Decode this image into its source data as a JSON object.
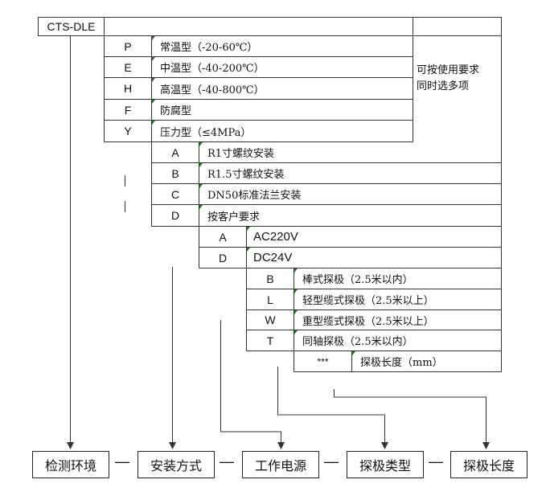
{
  "model_code": "CTS-DLE",
  "temperature_options": [
    {
      "code": "P",
      "label": "常温型（-20-60℃）"
    },
    {
      "code": "E",
      "label": "中温型（-40-200℃）"
    },
    {
      "code": "H",
      "label": "高温型（-40-800℃）"
    },
    {
      "code": "F",
      "label": "防腐型"
    },
    {
      "code": "Y",
      "label": "压力型（≤4MPa）"
    }
  ],
  "temperature_note": [
    "可按使用要求",
    "同时选多项"
  ],
  "installation_options": [
    {
      "code": "A",
      "label": "R1寸螺纹安装"
    },
    {
      "code": "B",
      "label": "R1.5寸螺纹安装"
    },
    {
      "code": "C",
      "label": "DN50标准法兰安装"
    },
    {
      "code": "D",
      "label": "按客户要求"
    }
  ],
  "power_options": [
    {
      "code": "A",
      "label": "AC220V"
    },
    {
      "code": "D",
      "label": "DC24V"
    }
  ],
  "probe_options": [
    {
      "code": "B",
      "label": "棒式探极（2.5米以内）"
    },
    {
      "code": "L",
      "label": "轻型缆式探极（2.5米以上）"
    },
    {
      "code": "W",
      "label": "重型缆式探极（2.5米以上）"
    },
    {
      "code": "T",
      "label": "同轴探极（2.5米以内）"
    }
  ],
  "length_option": {
    "code": "***",
    "label": "探极长度（mm）"
  },
  "categories": [
    "检测环境",
    "安装方式",
    "工作电源",
    "探极类型",
    "探极长度"
  ],
  "separator": "—",
  "colors": {
    "line": "#333333",
    "accent_tick": "#1a7a1a"
  }
}
